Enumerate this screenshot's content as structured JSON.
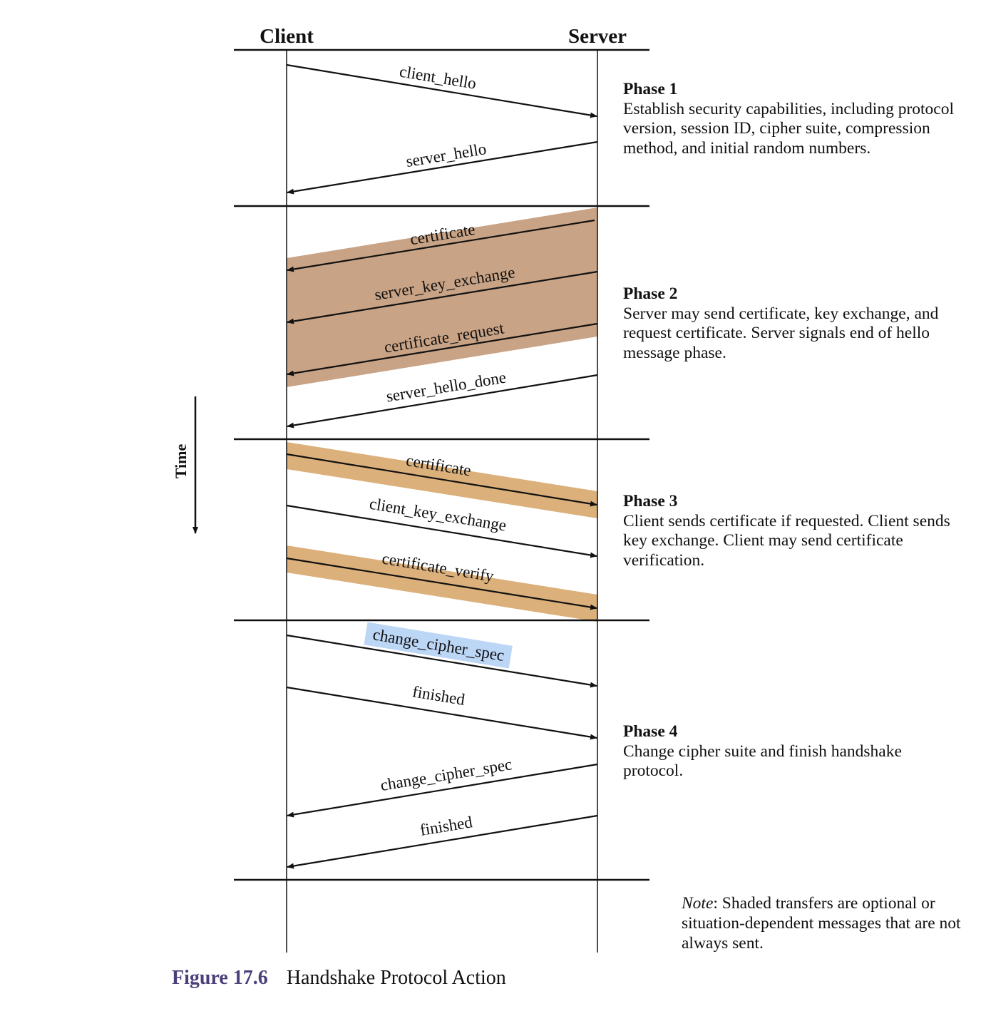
{
  "lanes": {
    "client": "Client",
    "server": "Server"
  },
  "time_label": "Time",
  "colors": {
    "phase2_shade": "#c9a385",
    "phase3_shade": "#dcb07a",
    "selection_highlight": "#bcd6f6",
    "caption_accent": "#4b3f7a"
  },
  "messages": [
    {
      "id": "m1",
      "label": "client_hello",
      "direction": "client-to-server",
      "phase": 1,
      "shaded": false
    },
    {
      "id": "m2",
      "label": "server_hello",
      "direction": "server-to-client",
      "phase": 1,
      "shaded": false
    },
    {
      "id": "m3",
      "label": "certificate",
      "direction": "server-to-client",
      "phase": 2,
      "shaded": true
    },
    {
      "id": "m4",
      "label": "server_key_exchange",
      "direction": "server-to-client",
      "phase": 2,
      "shaded": true
    },
    {
      "id": "m5",
      "label": "certificate_request",
      "direction": "server-to-client",
      "phase": 2,
      "shaded": true
    },
    {
      "id": "m6",
      "label": "server_hello_done",
      "direction": "server-to-client",
      "phase": 2,
      "shaded": false
    },
    {
      "id": "m7",
      "label": "certificate",
      "direction": "client-to-server",
      "phase": 3,
      "shaded": true
    },
    {
      "id": "m8",
      "label": "client_key_exchange",
      "direction": "client-to-server",
      "phase": 3,
      "shaded": false
    },
    {
      "id": "m9",
      "label": "certificate_verify",
      "direction": "client-to-server",
      "phase": 3,
      "shaded": true
    },
    {
      "id": "m10",
      "label": "change_cipher_spec",
      "direction": "client-to-server",
      "phase": 4,
      "shaded": false,
      "selected": true
    },
    {
      "id": "m11",
      "label": "finished",
      "direction": "client-to-server",
      "phase": 4,
      "shaded": false
    },
    {
      "id": "m12",
      "label": "change_cipher_spec",
      "direction": "server-to-client",
      "phase": 4,
      "shaded": false
    },
    {
      "id": "m13",
      "label": "finished",
      "direction": "server-to-client",
      "phase": 4,
      "shaded": false
    }
  ],
  "phases": [
    {
      "title": "Phase 1",
      "text": "Establish security capabilities, including protocol version, session ID, cipher suite, compression method, and initial random numbers."
    },
    {
      "title": "Phase 2",
      "text": "Server may send certificate, key exchange, and request certificate. Server signals end of hello message phase."
    },
    {
      "title": "Phase 3",
      "text": "Client sends certificate if requested. Client sends key exchange. Client may send certificate verification."
    },
    {
      "title": "Phase 4",
      "text": "Change cipher suite and finish handshake protocol."
    }
  ],
  "note": {
    "prefix": "Note",
    "text": ": Shaded transfers are optional or situation-dependent messages that are not always sent."
  },
  "caption": {
    "figure": "Figure 17.6",
    "title": "Handshake Protocol Action"
  }
}
